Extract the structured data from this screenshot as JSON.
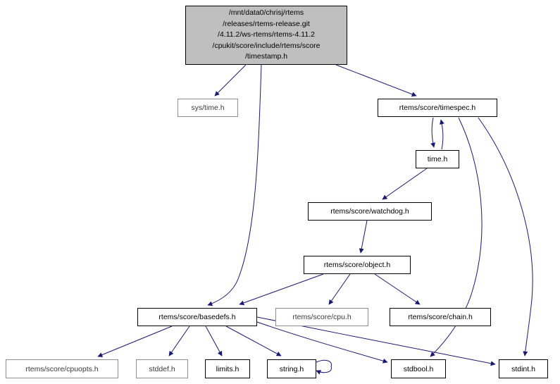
{
  "graph": {
    "type": "include-dependency-graph",
    "root": {
      "lines": [
        "/mnt/data0/chrisj/rtems",
        "/releases/rtems-release.git",
        "/4.11.2/ws-rtems/rtems-4.11.2",
        "/cpukit/score/include/rtems/score",
        "/timestamp.h"
      ]
    },
    "nodes": [
      {
        "id": "sys-time-h",
        "label": "sys/time.h",
        "linked": false
      },
      {
        "id": "timespec-h",
        "label": "rtems/score/timespec.h",
        "linked": true
      },
      {
        "id": "time-h",
        "label": "time.h",
        "linked": true
      },
      {
        "id": "watchdog-h",
        "label": "rtems/score/watchdog.h",
        "linked": true
      },
      {
        "id": "object-h",
        "label": "rtems/score/object.h",
        "linked": true
      },
      {
        "id": "basedefs-h",
        "label": "rtems/score/basedefs.h",
        "linked": true
      },
      {
        "id": "cpu-h",
        "label": "rtems/score/cpu.h",
        "linked": false
      },
      {
        "id": "chain-h",
        "label": "rtems/score/chain.h",
        "linked": true
      },
      {
        "id": "cpuopts-h",
        "label": "rtems/score/cpuopts.h",
        "linked": false
      },
      {
        "id": "stddef-h",
        "label": "stddef.h",
        "linked": false
      },
      {
        "id": "limits-h",
        "label": "limits.h",
        "linked": true
      },
      {
        "id": "string-h",
        "label": "string.h",
        "linked": true
      },
      {
        "id": "stdbool-h",
        "label": "stdbool.h",
        "linked": true
      },
      {
        "id": "stdint-h",
        "label": "stdint.h",
        "linked": true
      }
    ],
    "edges": [
      {
        "from": "timestamp.h",
        "to": "sys/time.h"
      },
      {
        "from": "timestamp.h",
        "to": "rtems/score/timespec.h"
      },
      {
        "from": "timestamp.h",
        "to": "rtems/score/basedefs.h"
      },
      {
        "from": "rtems/score/timespec.h",
        "to": "time.h"
      },
      {
        "from": "time.h",
        "to": "rtems/score/timespec.h"
      },
      {
        "from": "rtems/score/timespec.h",
        "to": "stdbool.h"
      },
      {
        "from": "rtems/score/timespec.h",
        "to": "stdint.h"
      },
      {
        "from": "time.h",
        "to": "rtems/score/watchdog.h"
      },
      {
        "from": "rtems/score/watchdog.h",
        "to": "rtems/score/object.h"
      },
      {
        "from": "rtems/score/object.h",
        "to": "rtems/score/basedefs.h"
      },
      {
        "from": "rtems/score/object.h",
        "to": "rtems/score/cpu.h"
      },
      {
        "from": "rtems/score/object.h",
        "to": "rtems/score/chain.h"
      },
      {
        "from": "rtems/score/basedefs.h",
        "to": "rtems/score/cpuopts.h"
      },
      {
        "from": "rtems/score/basedefs.h",
        "to": "stddef.h"
      },
      {
        "from": "rtems/score/basedefs.h",
        "to": "limits.h"
      },
      {
        "from": "rtems/score/basedefs.h",
        "to": "string.h"
      },
      {
        "from": "rtems/score/basedefs.h",
        "to": "stdbool.h"
      },
      {
        "from": "rtems/score/basedefs.h",
        "to": "stdint.h"
      },
      {
        "from": "string.h",
        "to": "string.h"
      }
    ],
    "colors": {
      "edge": "#191970",
      "root_fill": "#bfbfbf",
      "node_border": "#000000",
      "plain_node_border": "#8f8f8f",
      "background": "#ffffff"
    }
  }
}
